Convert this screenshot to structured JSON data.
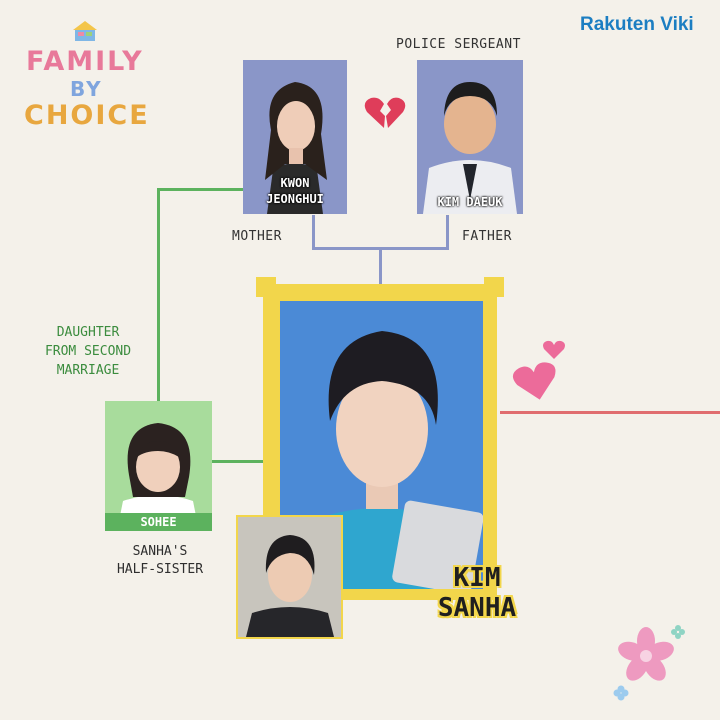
{
  "logo": {
    "line1": "FAMILY",
    "line2": "BY",
    "line3": "CHOICE"
  },
  "brand": "Rakuten Viki",
  "people": {
    "mother": {
      "name_line1": "KWON",
      "name_line2": "JEONGHUI",
      "role": "MOTHER"
    },
    "father": {
      "name_line1": "KIM DAEUK",
      "title": "POLICE SERGEANT",
      "role": "FATHER"
    },
    "main": {
      "name_line1": "KIM",
      "name_line2": "SANHA"
    },
    "sister": {
      "name": "SOHEE",
      "note_line1": "DAUGHTER",
      "note_line2": "FROM SECOND",
      "note_line3": "MARRIAGE",
      "role_line1": "SANHA'S",
      "role_line2": "HALF-SISTER"
    }
  },
  "colors": {
    "background": "#f4f1ea",
    "green_line": "#5cb25e",
    "blue_line": "#8a96c8",
    "red_line": "#e06d6f",
    "yellow_frame": "#f2d64b",
    "photo_blue": "#4b8ad6",
    "heart_pink": "#ec6b9a"
  }
}
